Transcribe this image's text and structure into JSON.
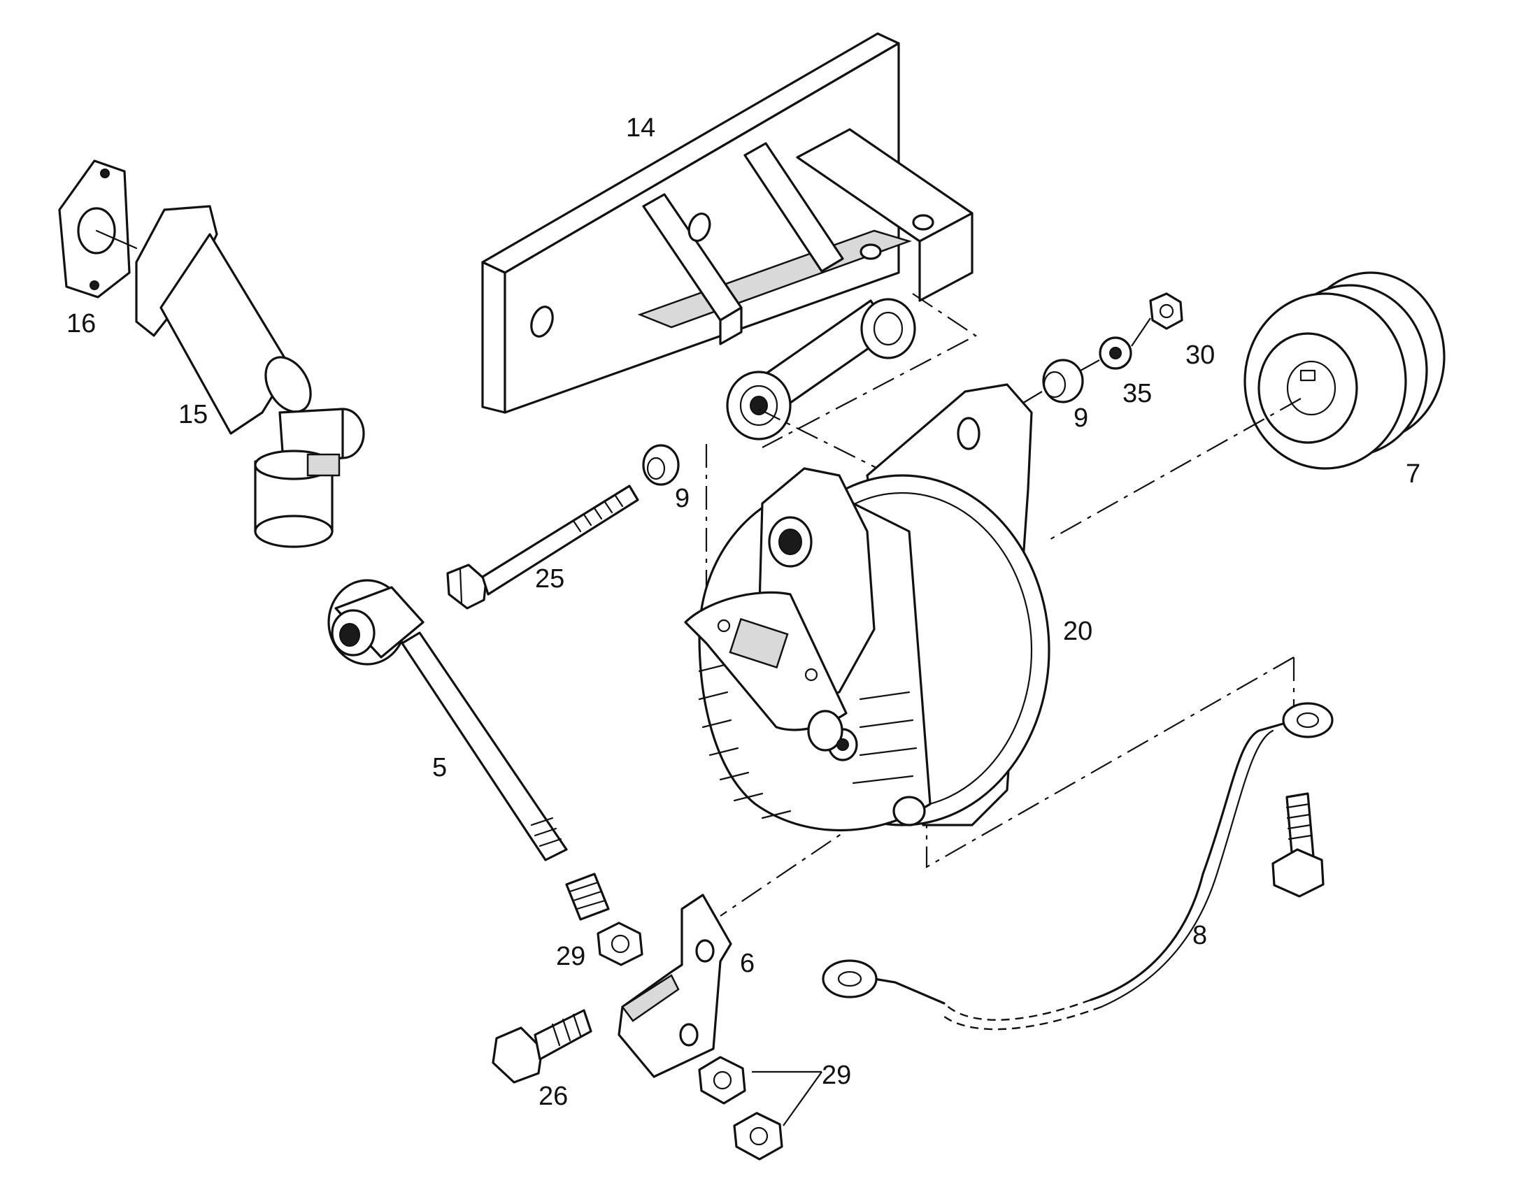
{
  "callouts": {
    "c14": "14",
    "c16": "16",
    "c15": "15",
    "c30": "30",
    "c35": "35",
    "c9a": "9",
    "c9b": "9",
    "c7": "7",
    "c25": "25",
    "c20": "20",
    "c5": "5",
    "c8": "8",
    "c29a": "29",
    "c6": "6",
    "c26": "26",
    "c29b": "29"
  }
}
